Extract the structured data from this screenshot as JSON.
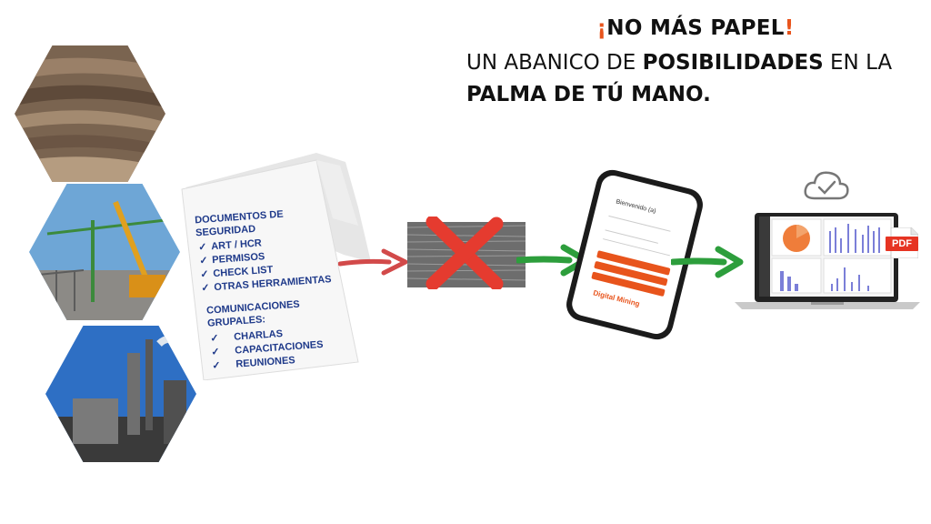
{
  "headline": {
    "excl_open": "¡",
    "title": "NO MÁS PAPEL",
    "excl_close": "!",
    "line2_a": "UN ABANICO DE ",
    "line2_b": "POSIBILIDADES",
    "line2_c": " EN LA",
    "line3": "PALMA DE TÚ MANO."
  },
  "notepad": {
    "section1_line1": "DOCUMENTOS DE",
    "section1_line2": "SEGURIDAD",
    "section1_items": [
      "ART / HCR",
      "PERMISOS",
      "CHECK LIST",
      "OTRAS HERRAMIENTAS"
    ],
    "section2_line1": "COMUNICACIONES",
    "section2_line2": "GRUPALES:",
    "section2_items": [
      "CHARLAS",
      "CAPACITACIONES",
      "REUNIONES"
    ],
    "check": "✓"
  },
  "phone": {
    "greeting": "Bienvenido (a)",
    "logo": "Digital Mining"
  },
  "laptop": {
    "pdf_label": "PDF"
  },
  "colors": {
    "accent_orange": "#e8541c",
    "arrow_red": "#d24a4a",
    "arrow_green": "#2d9e3c",
    "cross_red": "#e53b2f",
    "note_blue": "#1f3a8a",
    "pdf_red": "#e63423"
  },
  "icons": [
    "check-icon",
    "cross-icon",
    "cloud-check-icon",
    "pdf-icon",
    "arrow-right-icon"
  ]
}
